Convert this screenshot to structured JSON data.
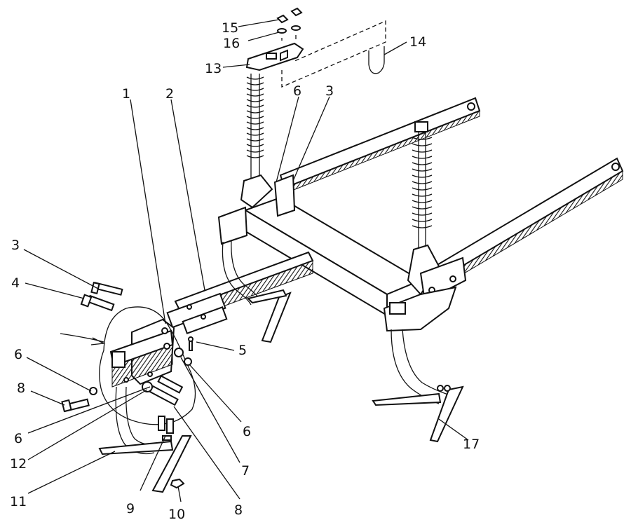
{
  "callouts": [
    {
      "id": "1",
      "text": "1"
    },
    {
      "id": "2",
      "text": "2"
    },
    {
      "id": "3a",
      "text": "3"
    },
    {
      "id": "3b",
      "text": "3"
    },
    {
      "id": "4",
      "text": "4"
    },
    {
      "id": "5",
      "text": "5"
    },
    {
      "id": "6a",
      "text": "6"
    },
    {
      "id": "6b",
      "text": "6"
    },
    {
      "id": "6c",
      "text": "6"
    },
    {
      "id": "6d",
      "text": "6"
    },
    {
      "id": "7",
      "text": "7"
    },
    {
      "id": "8a",
      "text": "8"
    },
    {
      "id": "8b",
      "text": "8"
    },
    {
      "id": "9",
      "text": "9"
    },
    {
      "id": "10",
      "text": "10"
    },
    {
      "id": "11",
      "text": "11"
    },
    {
      "id": "12",
      "text": "12"
    },
    {
      "id": "13",
      "text": "13"
    },
    {
      "id": "14",
      "text": "14"
    },
    {
      "id": "15",
      "text": "15"
    },
    {
      "id": "16",
      "text": "16"
    },
    {
      "id": "17",
      "text": "17"
    }
  ]
}
